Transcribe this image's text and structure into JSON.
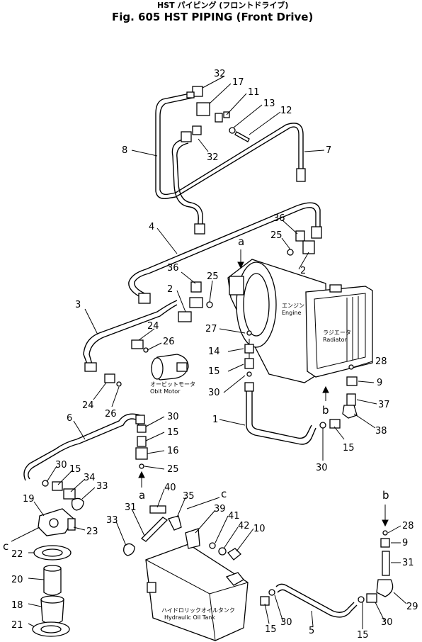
{
  "title": {
    "line1": "HST パイピング (フロントドライブ)",
    "line2": "Fig. 605  HST  PIPING  (Front Drive)"
  },
  "components": {
    "engine_jp": "エンジン",
    "engine_en": "Engine",
    "radiator_jp": "ラジエータ",
    "radiator_en": "Radiator",
    "motor_jp": "オービットモータ",
    "motor_en": "Obit Motor",
    "tank_jp": "ハイドロリックオイルタンク",
    "tank_en": "Hydraulic Oil Tank"
  },
  "connection_refs": [
    "a",
    "b",
    "c"
  ],
  "callouts": [
    "32",
    "17",
    "11",
    "13",
    "12",
    "8",
    "7",
    "32",
    "4",
    "36",
    "25",
    "2",
    "3",
    "36",
    "25",
    "2",
    "27",
    "24",
    "26",
    "14",
    "15",
    "30",
    "28",
    "9",
    "37",
    "24",
    "26",
    "6",
    "30",
    "15",
    "16",
    "25",
    "30",
    "15",
    "34",
    "33",
    "19",
    "23",
    "22",
    "20",
    "18",
    "21",
    "1",
    "38",
    "15",
    "30",
    "40",
    "35",
    "31",
    "33",
    "39",
    "41",
    "42",
    "10",
    "28",
    "9",
    "31",
    "29",
    "15",
    "30",
    "5",
    "15",
    "30"
  ]
}
